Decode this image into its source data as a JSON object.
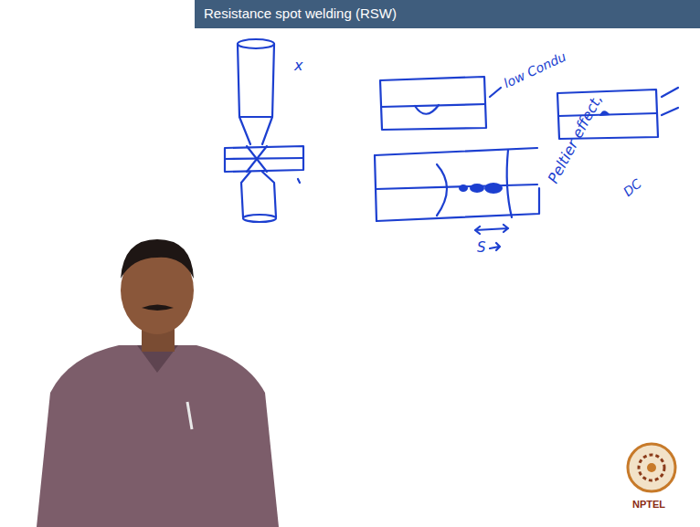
{
  "diagram": {
    "title": "Resistance spot welding (RSW)",
    "labels": [
      "x",
      "low Condu",
      "Peltier effect,",
      "DC",
      "S",
      "NPTEL"
    ]
  }
}
